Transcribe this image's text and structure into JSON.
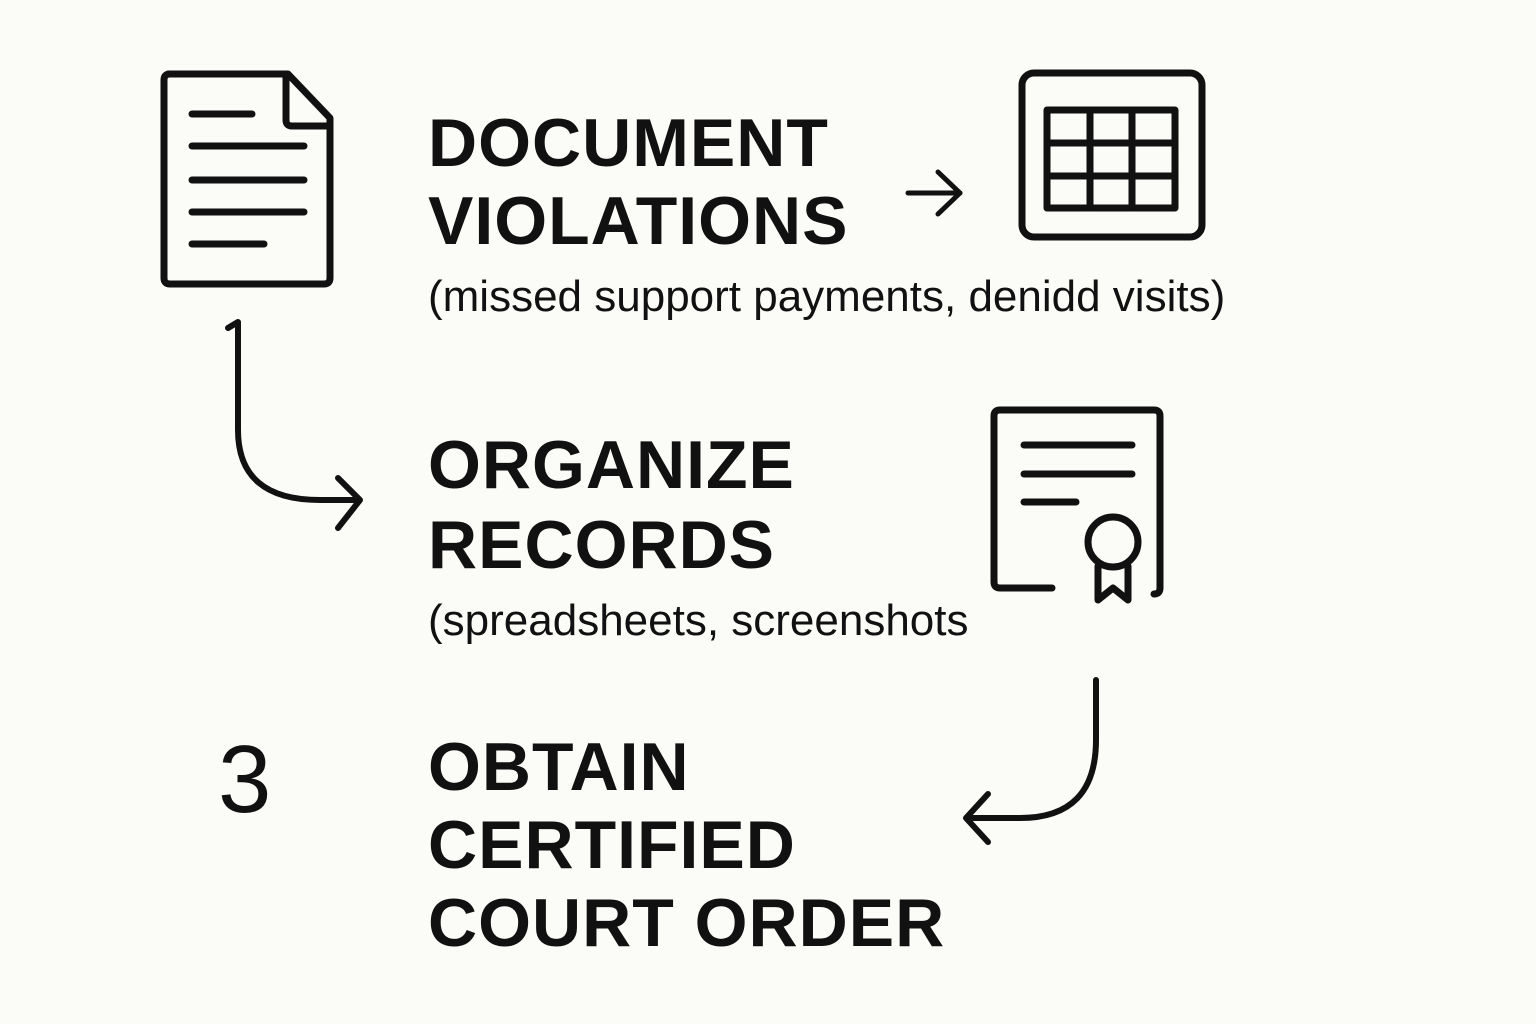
{
  "steps": [
    {
      "title_lines": [
        "DOCUMENT",
        "VIOLATIONS"
      ],
      "subtitle": "(missed support payments, denidd visits)"
    },
    {
      "title_lines": [
        "ORGANIZE",
        "RECORDS"
      ],
      "subtitle": "(spreadsheets, screenshots"
    },
    {
      "number": "3",
      "title_lines": [
        "OBTAIN",
        "CERTIFIED",
        "COURT ORDER"
      ]
    }
  ],
  "colors": {
    "background": "#fbfbf7",
    "ink": "#111111"
  }
}
